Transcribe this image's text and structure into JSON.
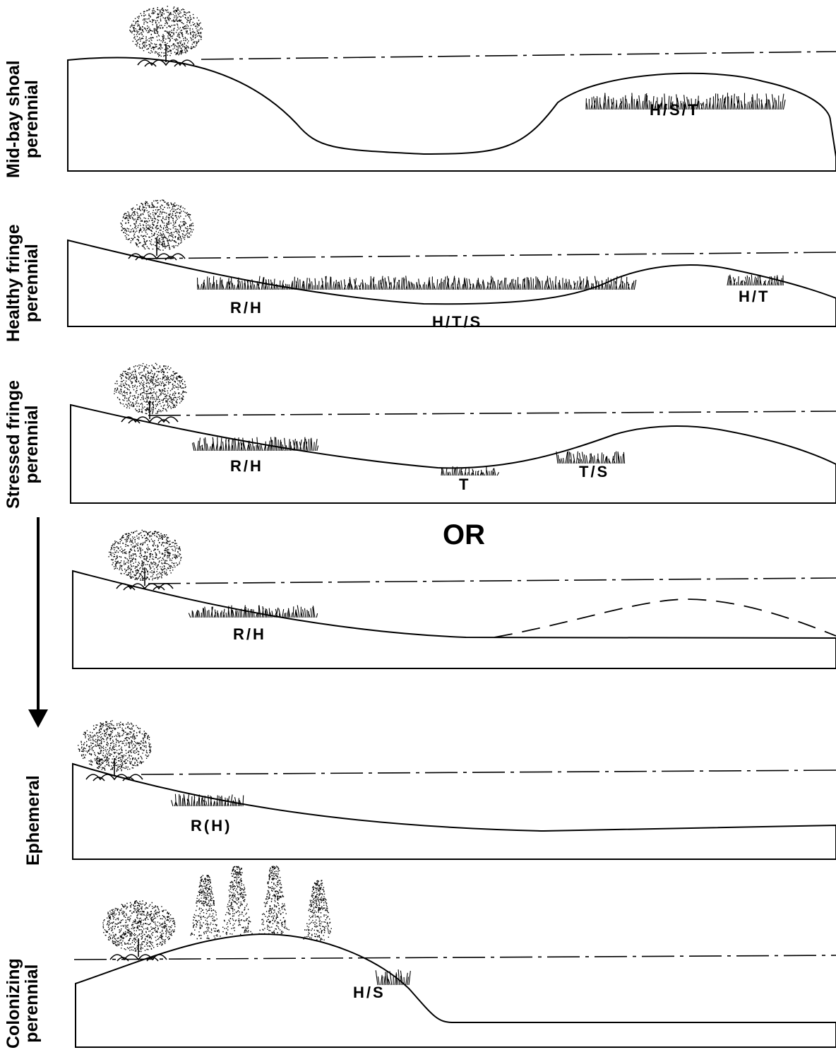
{
  "panels": [
    {
      "id": "midbay",
      "side_label": [
        "Mid-bay shoal",
        "perennial"
      ],
      "zones": [
        "H/S/T"
      ]
    },
    {
      "id": "healthy",
      "side_label": [
        "Healthy fringe",
        "perennial"
      ],
      "zones": [
        "R/H",
        "H/T/S",
        "H/T"
      ]
    },
    {
      "id": "stressed",
      "side_label": [
        "Stressed fringe",
        "perennial"
      ],
      "zones": [
        "R/H",
        "T",
        "T/S"
      ]
    },
    {
      "id": "stressed-alt",
      "side_label": [],
      "zones": [
        "R/H"
      ]
    },
    {
      "id": "ephemeral",
      "side_label": [
        "Ephemeral"
      ],
      "zones": [
        "R(H)"
      ]
    },
    {
      "id": "colonizing",
      "side_label": [
        "Colonizing",
        "perennial"
      ],
      "zones": [
        "H/S"
      ]
    }
  ],
  "or_text": "OR",
  "arrow": {
    "direction": "down"
  }
}
